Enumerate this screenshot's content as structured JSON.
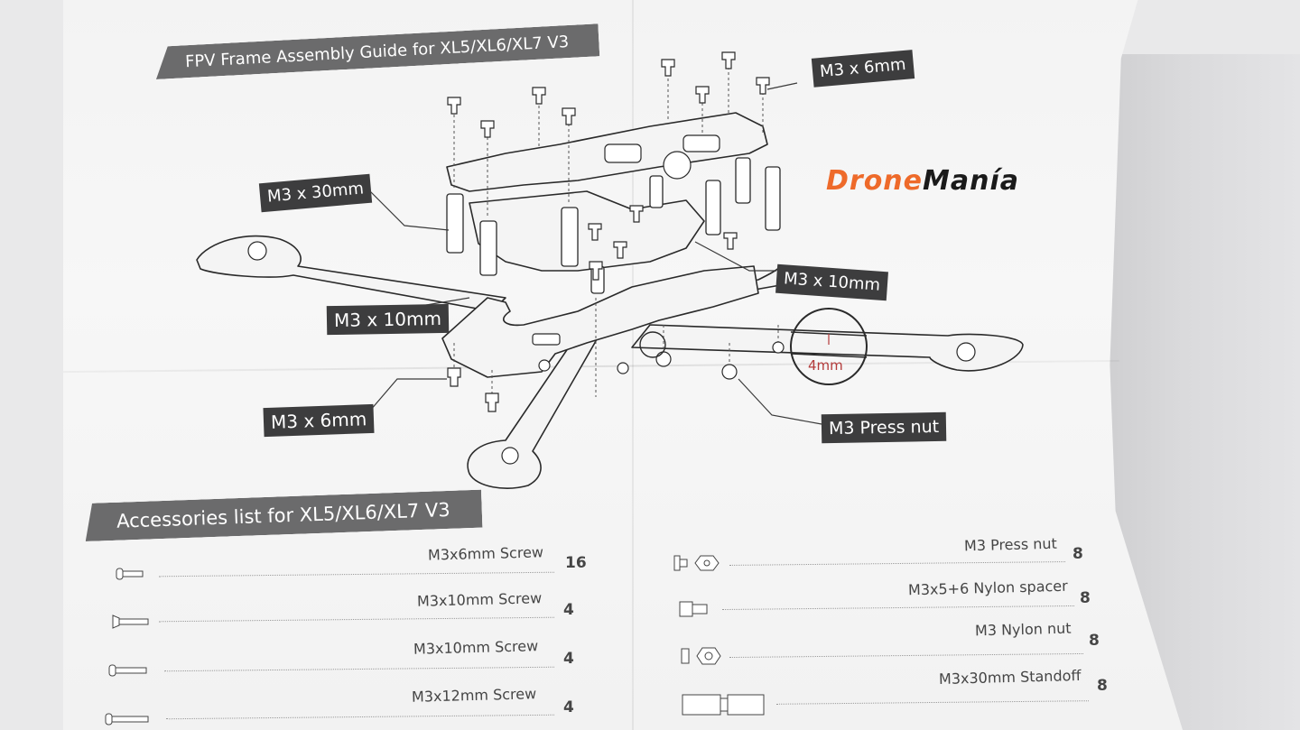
{
  "guide": {
    "title": "FPV Frame Assembly Guide for XL5/XL6/XL7 V3",
    "logo_part1": "Drone",
    "logo_part2": "Manía",
    "callouts": {
      "top_right_screw": "M3 x 6mm",
      "standoff": "M3 x 30mm",
      "right_screw_10": "M3 x 10mm",
      "left_screw_10": "M3 x 10mm",
      "bottom_screw_6": "M3 x 6mm",
      "press_nut": "M3 Press nut",
      "detail_thickness": "4mm"
    }
  },
  "accessories": {
    "title": "Accessories list for XL5/XL6/XL7 V3",
    "left_items": [
      {
        "name": "M3x6mm Screw",
        "qty": "16",
        "icon": "button-head-screw-icon"
      },
      {
        "name": "M3x10mm Screw",
        "qty": "4",
        "icon": "countersunk-screw-icon"
      },
      {
        "name": "M3x10mm Screw",
        "qty": "4",
        "icon": "button-head-screw-icon"
      },
      {
        "name": "M3x12mm Screw",
        "qty": "4",
        "icon": "button-head-screw-icon"
      }
    ],
    "right_items": [
      {
        "name": "M3 Press nut",
        "qty": "8",
        "icon": "press-nut-icon"
      },
      {
        "name": "M3x5+6 Nylon spacer",
        "qty": "8",
        "icon": "nylon-spacer-icon"
      },
      {
        "name": "M3 Nylon nut",
        "qty": "8",
        "icon": "nylon-nut-icon"
      },
      {
        "name": "M3x30mm Standoff",
        "qty": "8",
        "icon": "standoff-icon"
      }
    ]
  },
  "colors": {
    "banner": "#6b6b6c",
    "label": "#3d3d3e",
    "logo_orange": "#ee6a2a",
    "logo_dark": "#1a1a1a",
    "detail_red": "#b33a3a"
  }
}
